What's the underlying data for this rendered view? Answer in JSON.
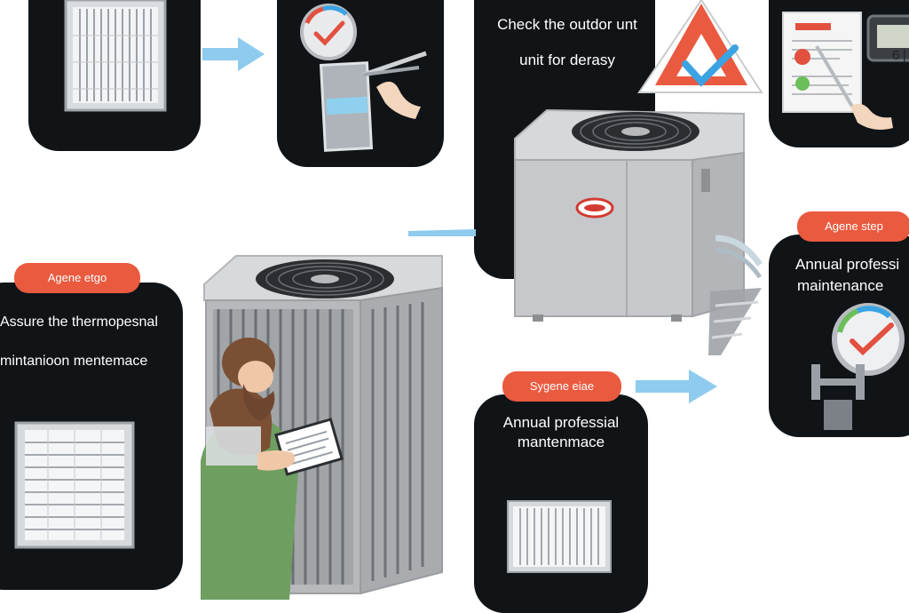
{
  "steps": [
    {
      "id": "replace-filter",
      "badge": "",
      "text": []
    },
    {
      "id": "check-filter",
      "badge": "",
      "text": []
    },
    {
      "id": "check-outdoor-unit",
      "badge": "",
      "text": [
        "Check the outdor unt",
        "unit for derasy"
      ]
    },
    {
      "id": "thermostat-report",
      "badge": "",
      "text": [],
      "display": "6|"
    },
    {
      "id": "annual-right",
      "badge": "Agene step",
      "text": [
        "Annual professi",
        "maintenance"
      ]
    },
    {
      "id": "assure-left",
      "badge": "Agene etgo",
      "text": [
        "Assure the thermopesnal",
        "mintanioon mentemace"
      ]
    },
    {
      "id": "annual-middle",
      "badge": "Sygene eiae",
      "text": [
        "Annual professial",
        "mantenmace"
      ]
    }
  ],
  "colors": {
    "card": "#111417",
    "badge": "#ea5a3f",
    "arrow": "#8ecbee",
    "unit": "#c9cacc",
    "accent_red": "#e2503f",
    "accent_blue": "#3aa3e3"
  },
  "icons": [
    "air-filter-icon",
    "gauge-check-icon",
    "warning-check-icon",
    "clipboard-icon",
    "ac-unit-icon",
    "technician-icon"
  ]
}
